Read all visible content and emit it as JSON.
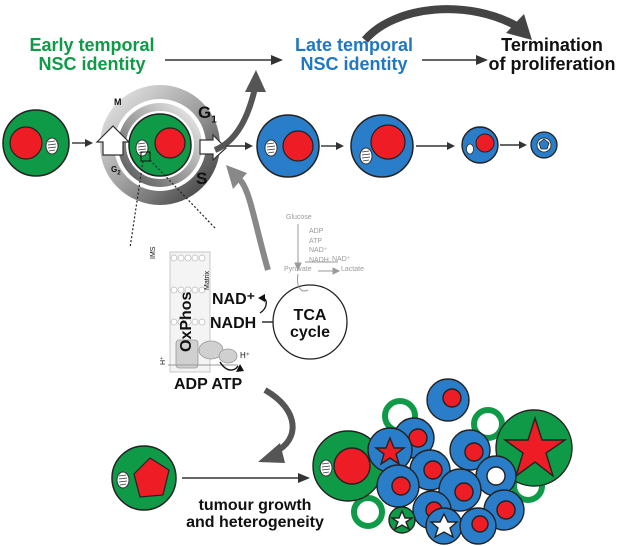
{
  "stages": {
    "early": [
      "Early temporal",
      "NSC identity"
    ],
    "late": [
      "Late temporal",
      "NSC identity"
    ],
    "termination": [
      "Termination",
      "of proliferation"
    ]
  },
  "cell_cycle": {
    "m": "M",
    "g1": "G",
    "g1_sub": "1",
    "g2": "G",
    "g2_sub": "2",
    "s": "S"
  },
  "membrane": {
    "ims": "IMS",
    "matrix": "Matrix",
    "oxphos": "OxPhos",
    "h_left": "H⁺",
    "h_right": "H⁺"
  },
  "metabolism": {
    "nad": "NAD⁺",
    "nadh": "NADH",
    "tca": [
      "TCA",
      "cycle"
    ],
    "adp_atp": "ADP ATP",
    "glycolysis": {
      "glucose": "Glucose",
      "adp": "ADP",
      "atp": "ATP",
      "nad": "NAD⁺",
      "nadh": "NADH",
      "nad2": "NAD⁺",
      "pyruvate": "Pyruvate",
      "lactate": "Lactate"
    }
  },
  "tumour": [
    "tumour growth",
    "and heterogeneity"
  ],
  "colors": {
    "green": "#0f9a48",
    "blue": "#2277c4",
    "red": "#ee1c24",
    "dark": "#333333"
  }
}
